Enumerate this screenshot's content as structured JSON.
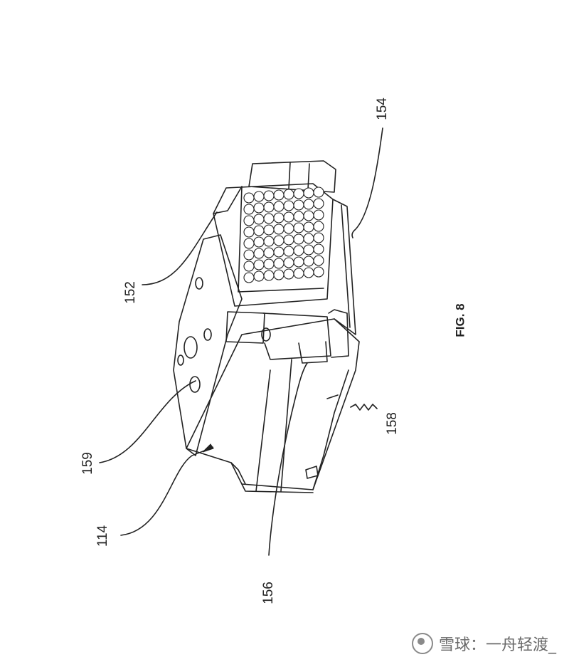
{
  "figure_label": "FIG. 8",
  "references": {
    "r154": "154",
    "r152": "152",
    "r159": "159",
    "r114": "114",
    "r156": "156",
    "r158": "158"
  },
  "watermark": {
    "text": "雪球：一舟轻渡_"
  },
  "colors": {
    "line": "#222222",
    "background": "#ffffff"
  }
}
